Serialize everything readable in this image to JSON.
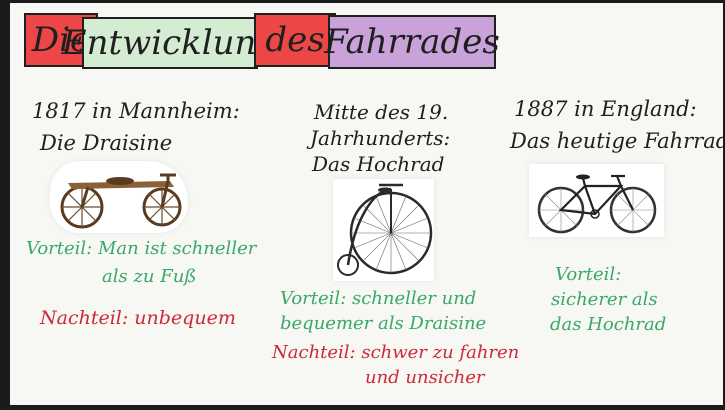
{
  "title": {
    "die": "Die",
    "entwicklung": "Entwicklung",
    "des": "des",
    "fahrrades": "Fahrrades"
  },
  "col1": {
    "heading_line1": "1817 in Mannheim:",
    "heading_line2": "Die Draisine",
    "vorteil_line1": "Vorteil: Man ist schneller",
    "vorteil_line2": "als zu Fuß",
    "nachteil": "Nachteil: unbequem"
  },
  "col2": {
    "heading_line1": "Mitte des 19.",
    "heading_line2": "Jahrhunderts:",
    "heading_line3": "Das Hochrad",
    "vorteil_line1": "Vorteil: schneller und",
    "vorteil_line2": "bequemer als Draisine",
    "nachteil_line1": "Nachteil: schwer zu fahren",
    "nachteil_line2": "und unsicher"
  },
  "col3": {
    "heading_line1": "1887 in England:",
    "heading_line2": "Das heutige Fahrrad",
    "vorteil_line1": "Vorteil:",
    "vorteil_line2": "sicherer als",
    "vorteil_line3": "das Hochrad"
  },
  "colors": {
    "title_red": "#ec4646",
    "title_green": "#d4ecd2",
    "title_purple": "#c8a2d8",
    "advantage_green": "#3aa86a",
    "disadvantage_red": "#cc2a3a"
  },
  "icons": {
    "draisine": "draisine-photo-icon",
    "penny_farthing": "penny-farthing-photo-icon",
    "safety_bicycle": "safety-bicycle-photo-icon"
  }
}
